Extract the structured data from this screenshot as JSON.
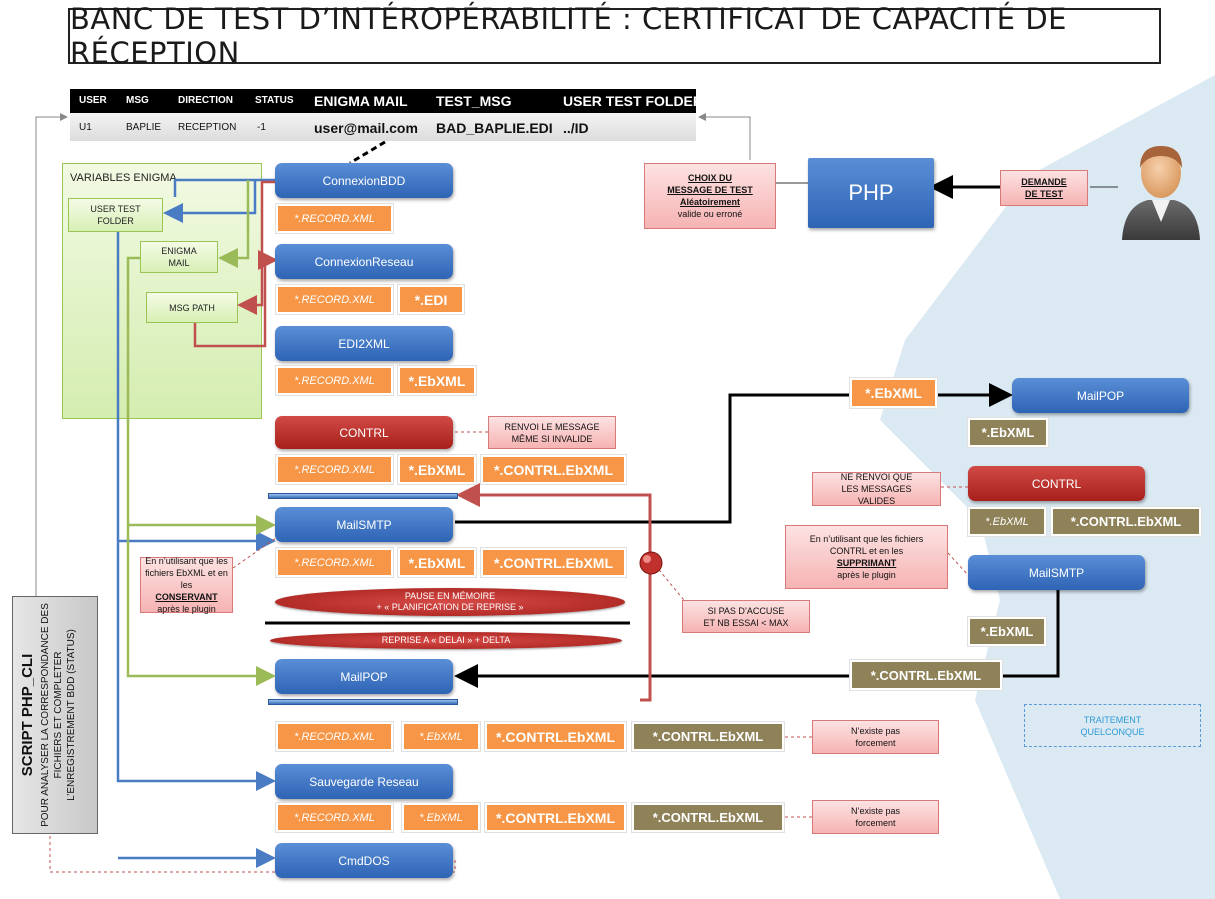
{
  "title": "BANC DE TEST D’INTÉROPÉRABILITÉ : CERTIFICAT DE CAPACITÉ DE RÉCEPTION",
  "table": {
    "headers": [
      "USER",
      "MSG",
      "DIRECTION",
      "STATUS",
      "ENIGMA MAIL",
      "TEST_MSG",
      "USER TEST FOLDER"
    ],
    "row": [
      "U1",
      "BAPLIE",
      "RECEPTION",
      "-1",
      "user@mail.com",
      "BAD_BAPLIE.EDI",
      "../ID"
    ]
  },
  "variables": {
    "title": "VARIABLES ENIGMA",
    "user_test_folder": "USER TEST FOLDER",
    "enigma_mail": "ENIGMA MAIL",
    "msg_path": "MSG PATH"
  },
  "plugins": {
    "connexion_bdd": "ConnexionBDD",
    "connexion_reseau": "ConnexionReseau",
    "edi2xml": "EDI2XML",
    "contrl": "CONTRL",
    "mailsmtp": "MailSMTP",
    "mailpop": "MailPOP",
    "sauvegarde_reseau": "Sauvegarde Reseau",
    "cmddos": "CmdDOS",
    "remote_mailpop": "MailPOP",
    "remote_contrl": "CONTRL",
    "remote_mailsmtp": "MailSMTP",
    "php": "PHP"
  },
  "files": {
    "record": "*.RECORD.XML",
    "edi": "*.EDI",
    "ebxml": "*.EbXML",
    "ebxml_italic": "*.EbXML",
    "contrl_ebxml": "*.CONTRL.EbXML"
  },
  "notes": {
    "choix_line1": "CHOIX DU",
    "choix_line2": "MESSAGE DE TEST",
    "choix_line3": "Aléatoirement",
    "choix_line4": "valide ou erroné",
    "demande": "DEMANDE DE TEST",
    "renvoi": "RENVOI LE MESSAGE MÊME SI INVALIDE",
    "ne_renvoi": "NE RENVOI QUE LES MESSAGES VALIDES",
    "supprimant_pre": "En n’utilisant que les fichiers CONTRL et en les",
    "supprimant_em": "SUPPRIMANT",
    "supprimant_post": "après le plugin",
    "conservant_pre": "En n’utilisant que les fichiers EbXML et en les",
    "conservant_em": "CONSERVANT",
    "conservant_post": "après le plugin",
    "si_pas": "SI PAS D’ACCUSE ET NB ESSAI < MAX",
    "nexiste1": "N’existe pas forcement",
    "nexiste2": "N’existe pas forcement",
    "traitement": "TRAITEMENT QUELCONQUE"
  },
  "pause": {
    "line1": "PAUSE EN MÉMOIRE",
    "line2": "+ « PLANIFICATION DE REPRISE »",
    "reprise": "REPRISE A  « DELAI » + DELTA"
  },
  "script": {
    "title": "SCRIPT PHP_CLI",
    "line1": "POUR ANALYSER LA CORRESPONDANCE DES",
    "line2": "FICHIERS ET COMPLETER",
    "line3": "L’ENREGISTREMENT BDD (STATUS)"
  }
}
